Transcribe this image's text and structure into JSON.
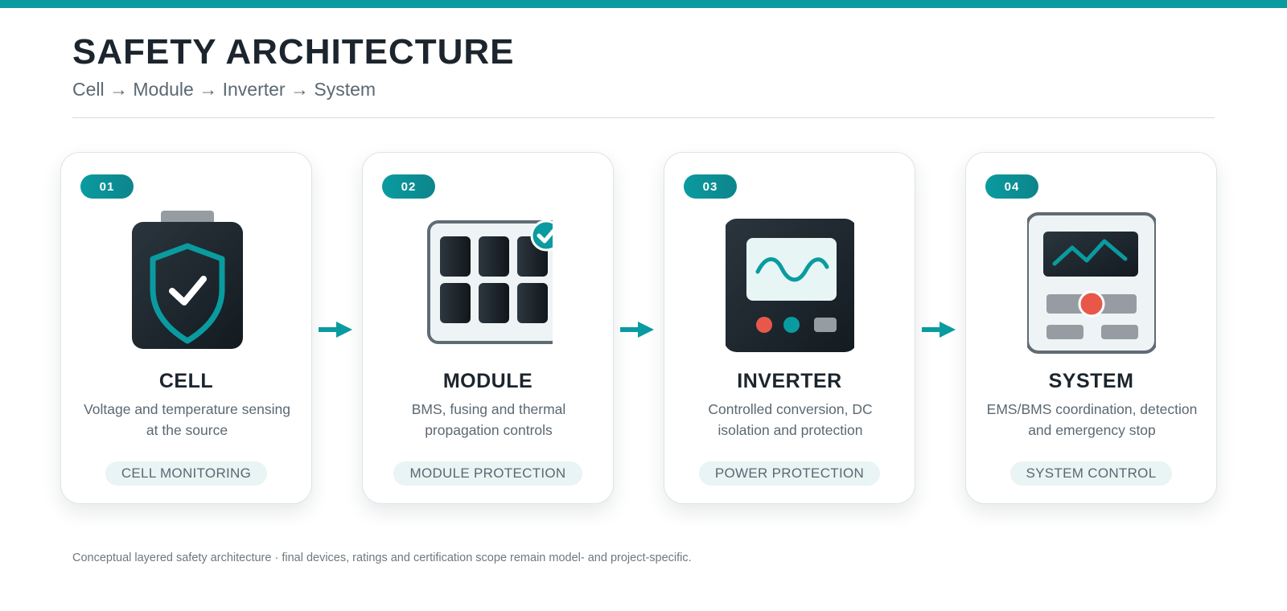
{
  "header": {
    "title": "SAFETY ARCHITECTURE",
    "subtitle": "Cell → Module → Inverter → System"
  },
  "cards": [
    {
      "number": "01",
      "title": "CELL",
      "description": "Voltage and temperature sensing at the source",
      "tag": "CELL MONITORING",
      "icon": "shield-check-battery-icon"
    },
    {
      "number": "02",
      "title": "MODULE",
      "description": "BMS, fusing and thermal propagation controls",
      "tag": "MODULE PROTECTION",
      "icon": "battery-module-grid-icon"
    },
    {
      "number": "03",
      "title": "INVERTER",
      "description": "Controlled conversion, DC isolation and protection",
      "tag": "POWER PROTECTION",
      "icon": "inverter-waveform-icon"
    },
    {
      "number": "04",
      "title": "SYSTEM",
      "description": "EMS/BMS coordination, detection and emergency stop",
      "tag": "SYSTEM CONTROL",
      "icon": "system-control-panel-icon"
    }
  ],
  "footnote": "Conceptual layered safety architecture · final devices, ratings and certification scope remain model- and project-specific.",
  "colors": {
    "accent": "#0a9ba0",
    "dark": "#1c252d",
    "alert": "#e8584a",
    "tag_background": "#e9f4f4"
  }
}
